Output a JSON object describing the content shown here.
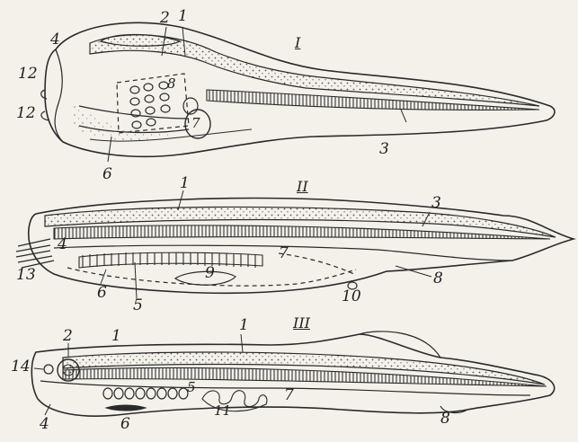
{
  "figure": {
    "panels": [
      {
        "roman": "I",
        "labels": [
          "1",
          "2",
          "3",
          "4",
          "6",
          "7",
          "8",
          "12",
          "12"
        ]
      },
      {
        "roman": "II",
        "labels": [
          "1",
          "3",
          "4",
          "5",
          "6",
          "7",
          "8",
          "9",
          "10",
          "13"
        ]
      },
      {
        "roman": "III",
        "labels": [
          "1",
          "1",
          "2",
          "4",
          "5",
          "6",
          "7",
          "8",
          "11",
          "14"
        ]
      }
    ]
  },
  "colors": {
    "ink": "#2a2a2a",
    "paper": "#f4f1ea",
    "stipple": "#555555"
  }
}
